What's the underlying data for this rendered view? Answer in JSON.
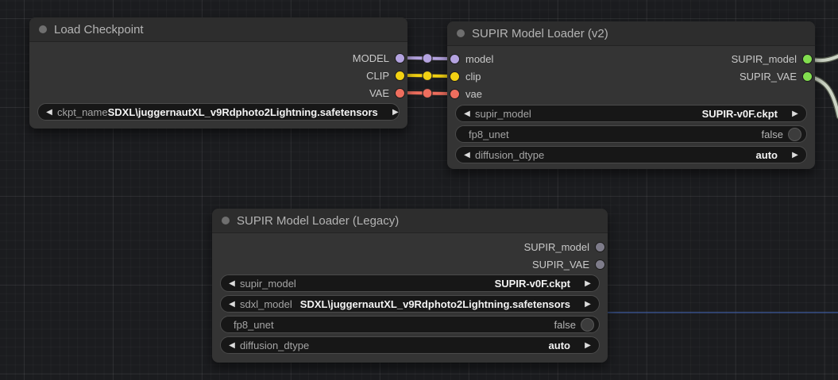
{
  "canvas": {
    "type": "comfyui-node-graph",
    "background_color": "#1b1c1f",
    "link_midline_color": "#3d5a9c"
  },
  "nodes": [
    {
      "title": "Load Checkpoint",
      "outputs": [
        {
          "label": "MODEL",
          "color": "#b4a3e0"
        },
        {
          "label": "CLIP",
          "color": "#f2d113"
        },
        {
          "label": "VAE",
          "color": "#ee6e5e"
        }
      ],
      "widgets": [
        {
          "type": "combo",
          "label": "ckpt_name",
          "value": "SDXL\\juggernautXL_v9Rdphoto2Lightning.safetensors"
        }
      ]
    },
    {
      "title": "SUPIR Model Loader (v2)",
      "inputs": [
        {
          "label": "model",
          "color": "#b4a3e0"
        },
        {
          "label": "clip",
          "color": "#f2d113"
        },
        {
          "label": "vae",
          "color": "#ee6e5e"
        }
      ],
      "outputs": [
        {
          "label": "SUPIR_model",
          "color": "#82de4f"
        },
        {
          "label": "SUPIR_VAE",
          "color": "#82de4f"
        }
      ],
      "widgets": [
        {
          "type": "combo",
          "label": "supir_model",
          "value": "SUPIR-v0F.ckpt"
        },
        {
          "type": "toggle",
          "label": "fp8_unet",
          "value": "false"
        },
        {
          "type": "combo",
          "label": "diffusion_dtype",
          "value": "auto"
        }
      ]
    },
    {
      "title": "SUPIR Model Loader (Legacy)",
      "outputs": [
        {
          "label": "SUPIR_model",
          "color": "#7e7c8a"
        },
        {
          "label": "SUPIR_VAE",
          "color": "#7e7c8a"
        }
      ],
      "widgets": [
        {
          "type": "combo",
          "label": "supir_model",
          "value": "SUPIR-v0F.ckpt"
        },
        {
          "type": "combo",
          "label": "sdxl_model",
          "value": "SDXL\\juggernautXL_v9Rdphoto2Lightning.safetensors"
        },
        {
          "type": "toggle",
          "label": "fp8_unet",
          "value": "false"
        },
        {
          "type": "combo",
          "label": "diffusion_dtype",
          "value": "auto"
        }
      ]
    }
  ],
  "links": [
    {
      "from": "Load Checkpoint.MODEL",
      "to": "SUPIR Model Loader (v2).model",
      "color": "#b4a3e0"
    },
    {
      "from": "Load Checkpoint.CLIP",
      "to": "SUPIR Model Loader (v2).clip",
      "color": "#f2d113"
    },
    {
      "from": "Load Checkpoint.VAE",
      "to": "SUPIR Model Loader (v2).vae",
      "color": "#ee6e5e"
    },
    {
      "from": "SUPIR Model Loader (v2).SUPIR_model",
      "to": "offscreen-right",
      "color": "#ccd4c5"
    },
    {
      "from": "SUPIR Model Loader (v2).SUPIR_VAE",
      "to": "offscreen-right",
      "color": "#ccd4c5"
    }
  ]
}
